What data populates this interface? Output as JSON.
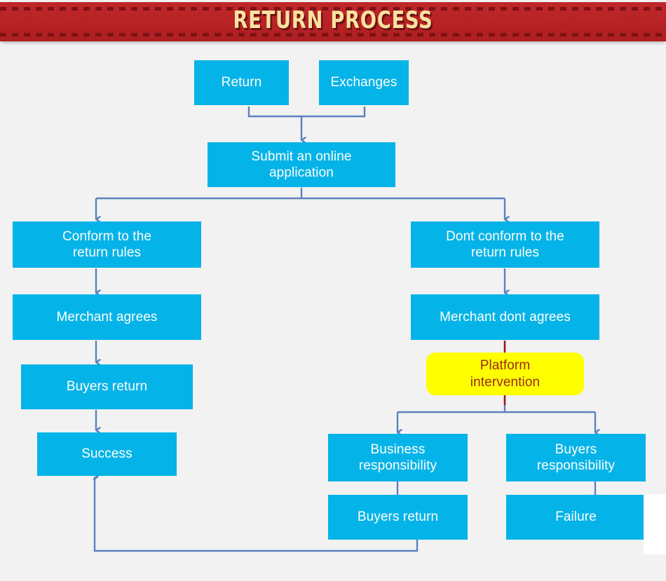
{
  "header": {
    "title": "RETURN PROCESS",
    "banner_color": "#bb2427",
    "title_color": "#fae2a0",
    "dash_color": "#7e1113"
  },
  "theme": {
    "background": "#f2f2f2",
    "node_fill": "#04b3e8",
    "node_text": "#ffffff",
    "highlight_fill": "#ffff00",
    "highlight_text": "#9c2b10",
    "connector_color": "#5b82be",
    "alt_connector_color": "#9c1515"
  },
  "flowchart": {
    "type": "flowchart",
    "nodes": [
      {
        "id": "return",
        "label": "Return",
        "kind": "process"
      },
      {
        "id": "exchanges",
        "label": "Exchanges",
        "kind": "process"
      },
      {
        "id": "submit",
        "label": "Submit an online application",
        "kind": "process"
      },
      {
        "id": "conform",
        "label": "Conform to the return rules",
        "kind": "process"
      },
      {
        "id": "dont-conform",
        "label": "Dont conform to the return rules",
        "kind": "process"
      },
      {
        "id": "merchant-agrees",
        "label": "Merchant agrees",
        "kind": "process"
      },
      {
        "id": "merchant-dont-agrees",
        "label": "Merchant dont agrees",
        "kind": "process"
      },
      {
        "id": "buyers-return-left",
        "label": "Buyers return",
        "kind": "process"
      },
      {
        "id": "success",
        "label": "Success",
        "kind": "terminal"
      },
      {
        "id": "platform-intervention",
        "label": "Platform intervention",
        "kind": "highlight"
      },
      {
        "id": "business-responsibility",
        "label": "Business responsibility",
        "kind": "process"
      },
      {
        "id": "buyers-responsibility",
        "label": "Buyers responsibility",
        "kind": "process"
      },
      {
        "id": "buyers-return-right",
        "label": "Buyers return",
        "kind": "process"
      },
      {
        "id": "failure",
        "label": "Failure",
        "kind": "terminal"
      }
    ],
    "edges": [
      {
        "from": "return",
        "to": "submit",
        "arrow": true
      },
      {
        "from": "exchanges",
        "to": "submit",
        "arrow": true
      },
      {
        "from": "submit",
        "to": "conform",
        "arrow": true
      },
      {
        "from": "submit",
        "to": "dont-conform",
        "arrow": true
      },
      {
        "from": "conform",
        "to": "merchant-agrees",
        "arrow": true
      },
      {
        "from": "merchant-agrees",
        "to": "buyers-return-left",
        "arrow": true
      },
      {
        "from": "buyers-return-left",
        "to": "success",
        "arrow": true
      },
      {
        "from": "dont-conform",
        "to": "merchant-dont-agrees",
        "arrow": true
      },
      {
        "from": "merchant-dont-agrees",
        "to": "platform-intervention",
        "arrow": false
      },
      {
        "from": "platform-intervention",
        "to": "business-responsibility",
        "arrow": true
      },
      {
        "from": "platform-intervention",
        "to": "buyers-responsibility",
        "arrow": true
      },
      {
        "from": "business-responsibility",
        "to": "buyers-return-right",
        "arrow": false
      },
      {
        "from": "buyers-responsibility",
        "to": "failure",
        "arrow": false
      },
      {
        "from": "buyers-return-right",
        "to": "success",
        "arrow": true
      }
    ],
    "node_labels": {
      "return": "Return",
      "exchanges": "Exchanges",
      "submit": "Submit an online\napplication",
      "submit_line1": "Submit an online",
      "submit_line2": "application",
      "conform_line1": "Conform to the",
      "conform_line2": "return rules",
      "dont_conform_line1": "Dont conform to the",
      "dont_conform_line2": "return rules",
      "merchant_agrees": "Merchant agrees",
      "merchant_dont_agrees": "Merchant dont agrees",
      "buyers_return_left": "Buyers return",
      "success": "Success",
      "platform_line1": "Platform",
      "platform_line2": "intervention",
      "business_line1": "Business",
      "business_line2": "responsibility",
      "buyers_resp_line1": "Buyers",
      "buyers_resp_line2": "responsibility",
      "buyers_return_right": "Buyers return",
      "failure": "Failure"
    }
  }
}
